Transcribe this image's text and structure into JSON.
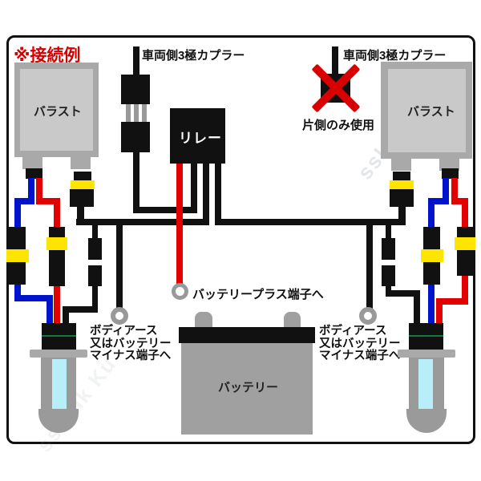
{
  "title": "※接続例",
  "watermark_text": "ssLink Ku",
  "components": {
    "ballast_left": {
      "label": "バラスト"
    },
    "ballast_right": {
      "label": "バラスト"
    },
    "relay": {
      "label": "リレー"
    },
    "battery": {
      "label": "バッテリー"
    },
    "coupler_left": {
      "label": "車両側3極カプラー"
    },
    "coupler_right": {
      "label": "車両側3極カプラー",
      "note": "片側のみ使用"
    },
    "battery_plus": {
      "label": "バッテリープラス端子へ"
    },
    "ground_left": {
      "line1": "ボディアース",
      "line2": "又はバッテリー",
      "line3": "マイナス端子へ"
    },
    "ground_right": {
      "line1": "ボディアース",
      "line2": "又はバッテリー",
      "line3": "マイナス端子へ"
    }
  },
  "colors": {
    "accent_red": "#d40000",
    "wire_red": "#e30000",
    "wire_blue": "#0013cc",
    "wire_black": "#111111",
    "connector_yellow": "#ffe400",
    "metal_gray": "#a9a9a9",
    "ballast_inner_gray": "#c9c9c9",
    "bulb_glass_cyan": "#b7eef8",
    "bulb_green_line": "#157a38",
    "terminal_ring_gray": "#999999"
  }
}
